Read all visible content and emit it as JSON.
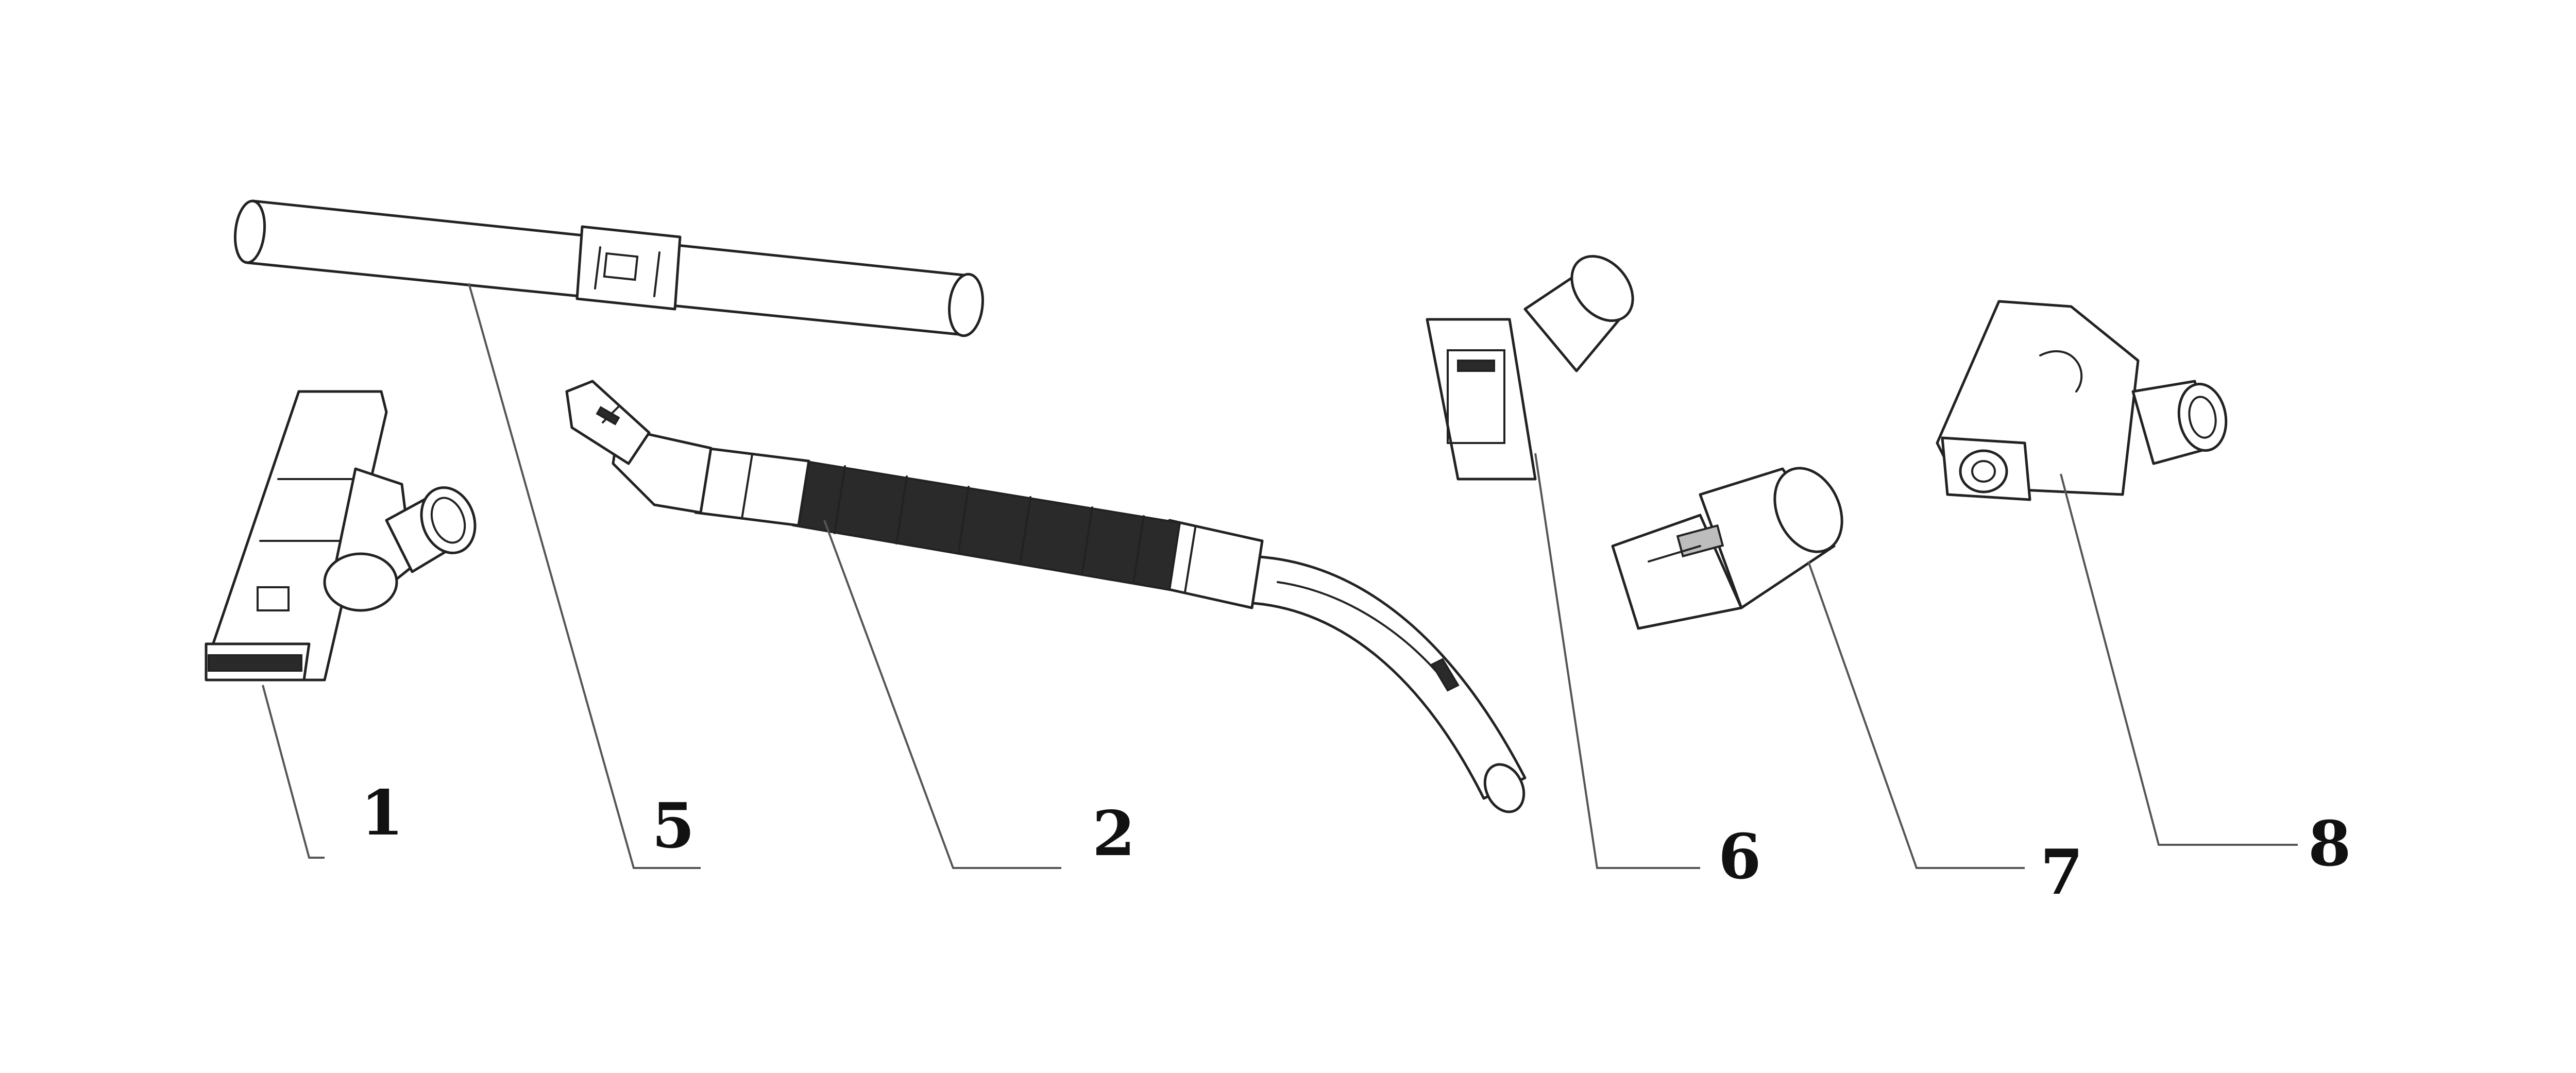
{
  "callouts": {
    "c1": "1",
    "c2": "2",
    "c5": "5",
    "c6": "6",
    "c7": "7",
    "c8": "8"
  },
  "colors": {
    "line": "#222222",
    "leader": "#555555",
    "background": "#ffffff"
  }
}
